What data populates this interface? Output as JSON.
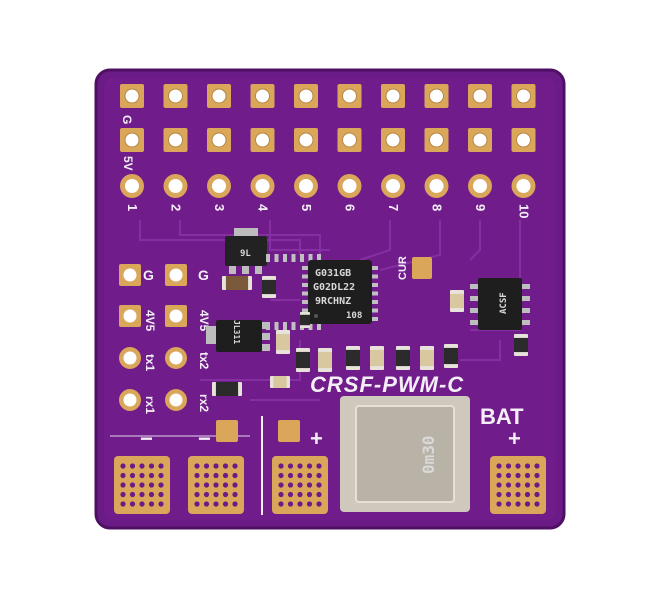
{
  "board": {
    "name": "CRSF-PWM-C",
    "colors": {
      "pcb": "#6a1b86",
      "pcb_edge": "#4e0f64",
      "gold": "#d9a65a",
      "silkscreen": "#f4eef6",
      "chip": "#222222"
    },
    "header_row_labels": [
      "G",
      "5V"
    ],
    "channel_labels": [
      "1",
      "2",
      "3",
      "4",
      "5",
      "6",
      "7",
      "8",
      "9",
      "10"
    ],
    "side_labels_left": [
      "G",
      "4V5",
      "tx1",
      "rx1"
    ],
    "side_labels_right": [
      "G",
      "4V5",
      "tx2",
      "rx2"
    ],
    "mcu_marking": [
      "G031GB",
      "G02DL22",
      "9RCHNZ",
      "108"
    ],
    "sensor_marking": "ACSF",
    "regulator_marking": "9L",
    "regulator2_marking": "JL311",
    "cur_label": "CUR",
    "bat_label": "BAT",
    "shunt_marking": "0m30",
    "minus_label": "−",
    "plus_label": "+"
  }
}
